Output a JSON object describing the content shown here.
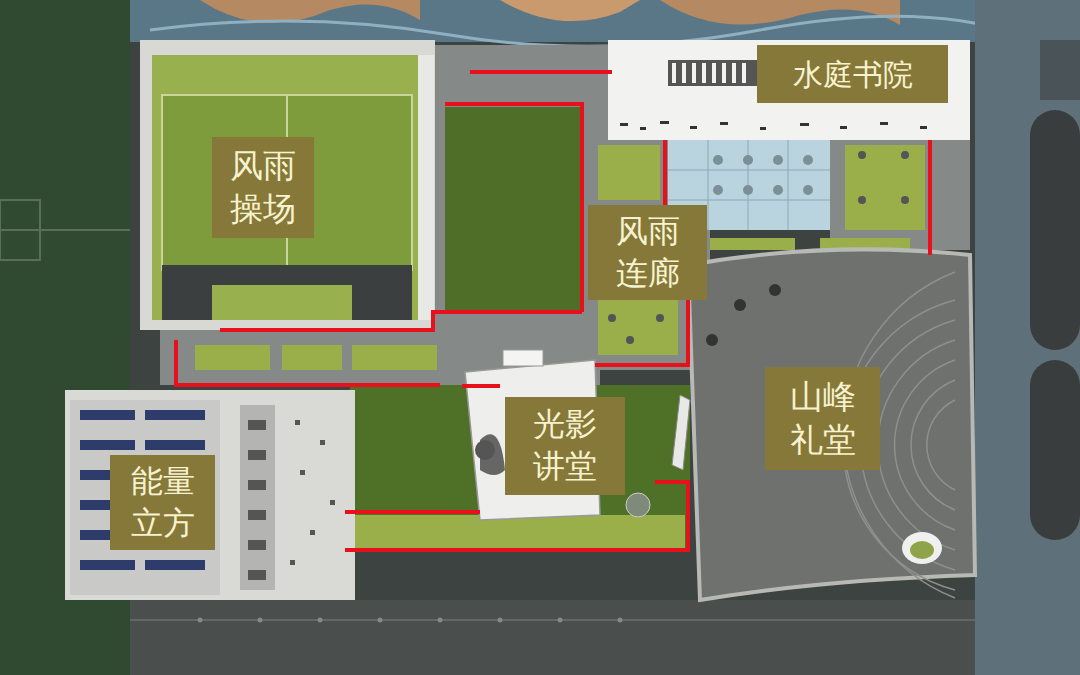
{
  "diagram": {
    "nodes": [
      {
        "text": [
          "水庭书院"
        ]
      },
      {
        "text": [
          "风雨 操场"
        ]
      },
      {
        "text": [
          "风雨 连廊"
        ]
      },
      {
        "text": [
          "山峰 礼堂"
        ]
      },
      {
        "text": [
          "光影 讲堂"
        ]
      },
      {
        "text": [
          "能量 立方"
        ]
      }
    ]
  }
}
